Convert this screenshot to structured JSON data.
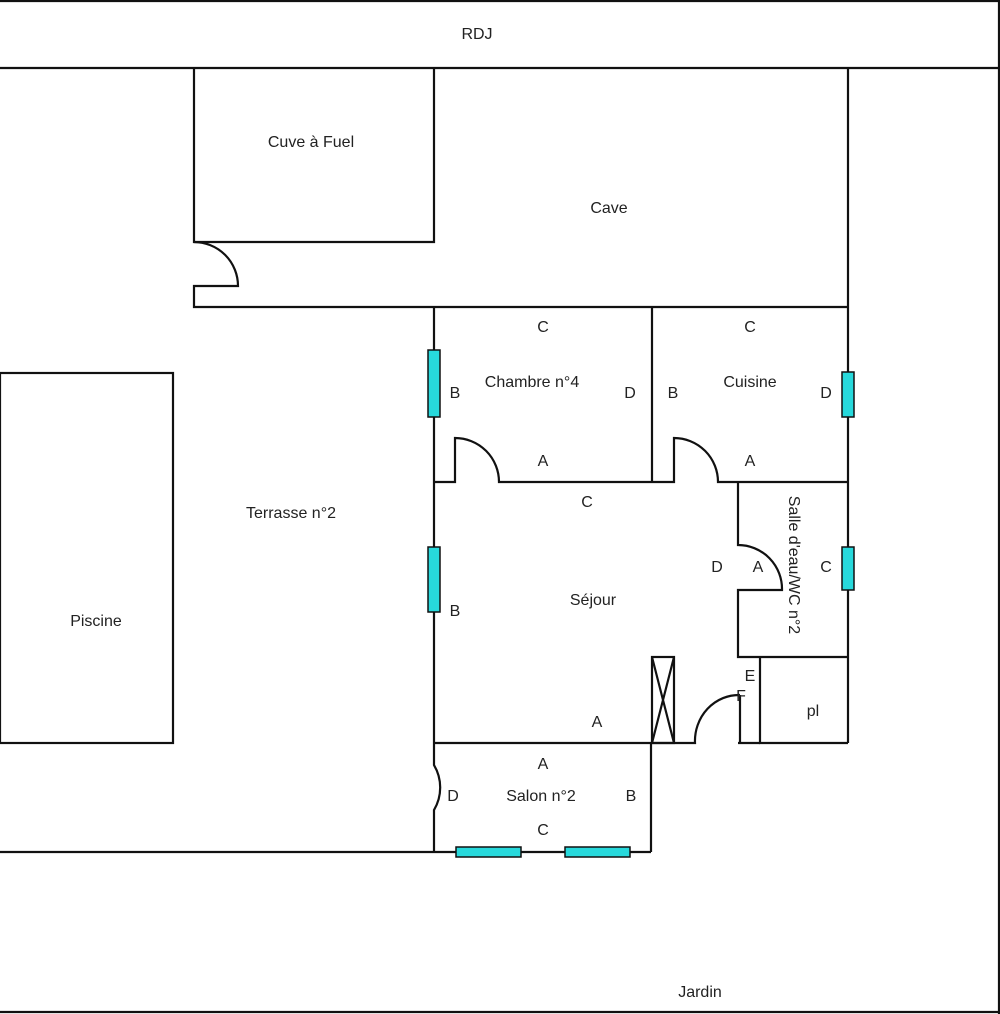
{
  "level_title": "RDJ",
  "rooms": {
    "cuve": "Cuve à Fuel",
    "cave": "Cave",
    "chambre": "Chambre n°4",
    "cuisine": "Cuisine",
    "terrasse": "Terrasse n°2",
    "piscine": "Piscine",
    "sejour": "Séjour",
    "salle_eau": "Salle d'eau/WC n°2",
    "placard": "pl",
    "salon": "Salon n°2",
    "jardin": "Jardin"
  },
  "wall_letters": {
    "chambre": {
      "a": "A",
      "b": "B",
      "c": "C",
      "d": "D"
    },
    "cuisine": {
      "a": "A",
      "b": "B",
      "c": "C",
      "d": "D"
    },
    "sejour": {
      "a": "A",
      "b": "B",
      "c": "C",
      "d": "D",
      "e": "E",
      "f": "F"
    },
    "salle_eau": {
      "a": "A",
      "c": "C"
    },
    "salon": {
      "a": "A",
      "b": "B",
      "c": "C",
      "d": "D"
    }
  },
  "colors": {
    "window": "#27d9dc",
    "wall": "#111111"
  }
}
